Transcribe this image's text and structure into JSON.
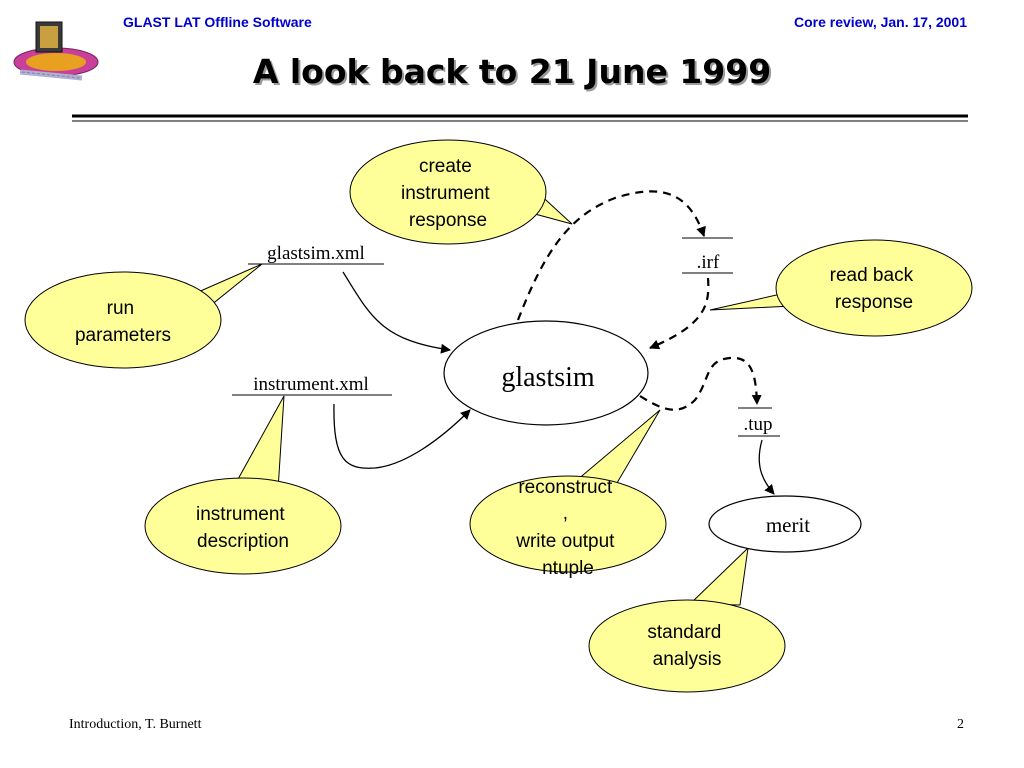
{
  "header": {
    "left": "GLAST LAT Offline Software",
    "right": "Core review, Jan. 17, 2001"
  },
  "title": "A look back to 21 June 1999",
  "footer": {
    "left": "Introduction, T. Burnett",
    "page": "2"
  },
  "diagram": {
    "files": {
      "glastsim_xml": "glastsim.xml",
      "instrument_xml": "instrument.xml",
      "irf": ".irf",
      "tup": ".tup"
    },
    "processes": {
      "glastsim": "glastsim",
      "merit": "merit"
    },
    "callouts": {
      "create_response": [
        "create",
        "instrument",
        "response"
      ],
      "read_back": [
        "read back",
        "response"
      ],
      "run_parameters": [
        "run",
        "parameters"
      ],
      "instrument_description": [
        "instrument",
        "description"
      ],
      "reconstruct": [
        "reconstruct",
        ",",
        "write output",
        "ntuple"
      ],
      "standard_analysis": [
        "standard",
        "analysis"
      ]
    },
    "colors": {
      "callout_fill": "#ffff99",
      "line": "#000000",
      "header_text": "#0000cc"
    }
  }
}
